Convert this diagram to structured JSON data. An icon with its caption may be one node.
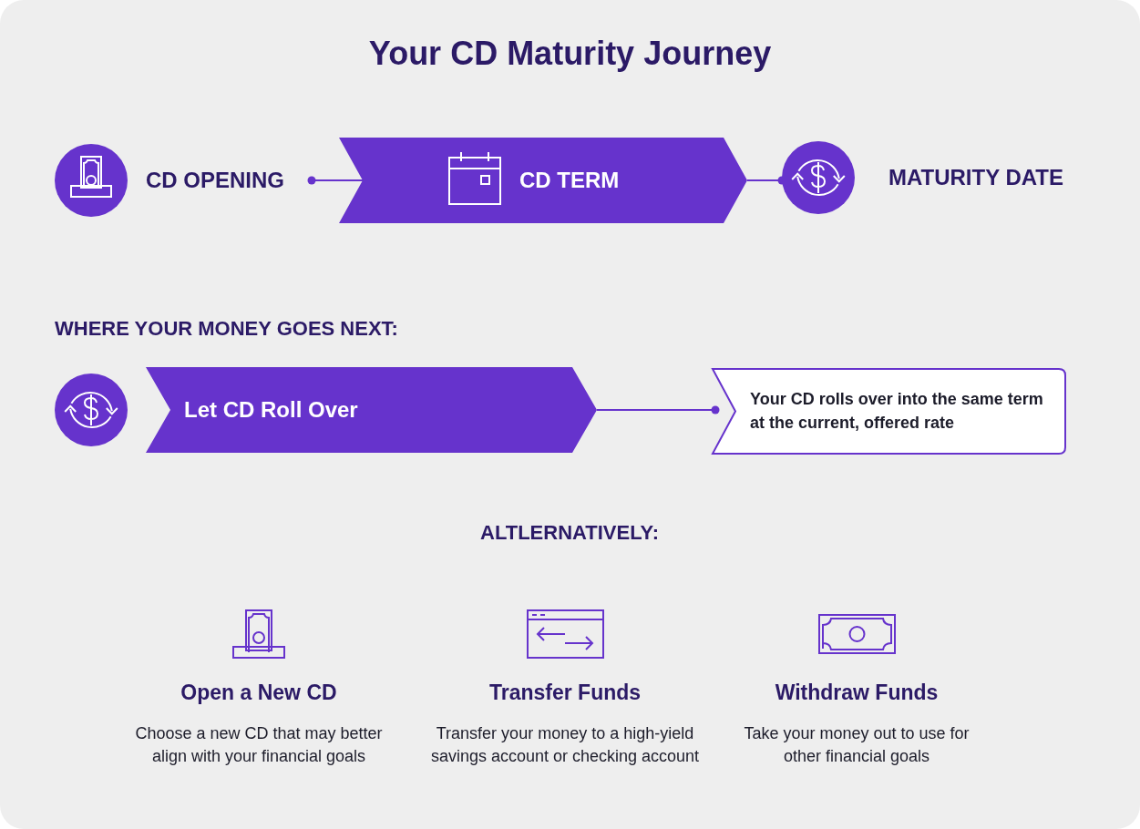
{
  "diagram": {
    "title": "Your CD Maturity Journey",
    "nodes": [
      {
        "text": [
          "CD OPENING"
        ]
      },
      {
        "text": [
          "CD TERM"
        ]
      },
      {
        "text": [
          "MATURITY DATE"
        ]
      },
      {
        "text": [
          "Let CD Roll Over"
        ]
      },
      {
        "text": [
          "Your CD rolls over into the same term at the current, offered rate"
        ]
      }
    ],
    "edges": [
      {
        "from": 1,
        "to": 0,
        "arrow": "other"
      },
      {
        "from": 1,
        "to": 2,
        "arrow": "other"
      },
      {
        "from": 3,
        "to": 4,
        "arrow": "other"
      }
    ],
    "labels": [
      "WHERE YOUR MONEY GOES NEXT:",
      "ALTLERNATIVELY:",
      "Open a New CD",
      "Choose a new CD that may better align with your financial goals",
      "Transfer Funds",
      "Transfer your money to a high-yield savings account or checking account",
      "Withdraw Funds",
      "Take your money out to use for other financial goals"
    ]
  }
}
